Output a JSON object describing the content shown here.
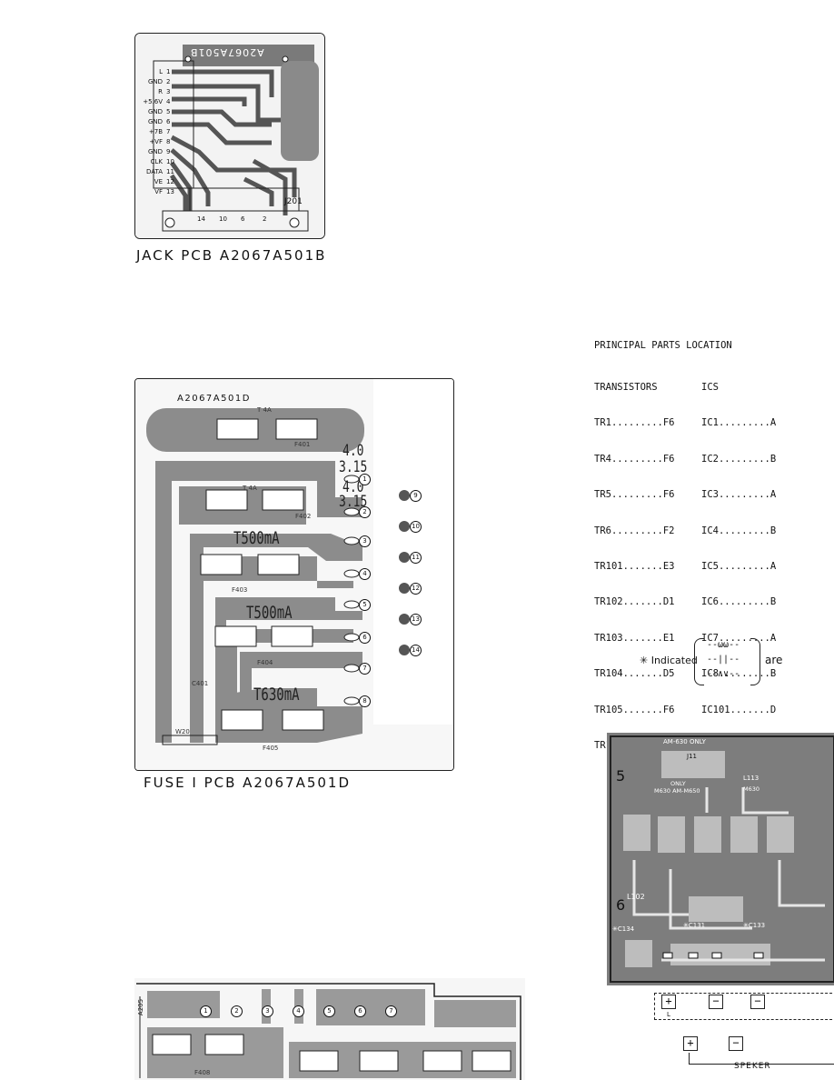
{
  "jack_pcb": {
    "caption": "JACK PCB A2067A501B",
    "board_text": "A2067A501B",
    "connector_label": "J201",
    "pin_labels": [
      "L",
      "GND",
      "R",
      "+5.6V",
      "GND",
      "GND",
      "+7B",
      "+VF",
      "GND",
      "CLK",
      "DATA",
      "VE",
      "VF"
    ],
    "pin_numbers_left": [
      "1",
      "2",
      "3",
      "4",
      "5",
      "6",
      "7",
      "8",
      "9",
      "10",
      "11",
      "12",
      "13"
    ],
    "bottom_numbers": [
      "14",
      "10",
      "6",
      "2"
    ]
  },
  "fuse1_pcb": {
    "caption": "FUSE I PCB A2067A501D",
    "board_text": "A2067A501D",
    "fuses": [
      {
        "rating": "T 4A",
        "ref": "F401"
      },
      {
        "rating": "T 4A",
        "ref": "F402"
      },
      {
        "rating": "T500mA",
        "ref": "F403"
      },
      {
        "rating": "T500mA",
        "ref": "F404"
      },
      {
        "rating": "T630mA",
        "ref": "F405"
      }
    ],
    "voltage_labels": [
      "4.0",
      "3.15",
      "4.0",
      "3.15"
    ],
    "output_numbers": [
      "1",
      "2",
      "3",
      "4",
      "5",
      "6",
      "7",
      "8"
    ],
    "side_numbers": [
      "9",
      "10",
      "11",
      "12",
      "13",
      "14"
    ],
    "capacitor_label": "C401",
    "connector_label": "W20"
  },
  "parts_location": {
    "title": "PRINCIPAL PARTS LOCATION",
    "transistors_header": "TRANSISTORS",
    "ics_header": "ICS",
    "transistors": [
      "TR1.........F6",
      "TR4.........F6",
      "TR5.........F6",
      "TR6.........F2",
      "TR101.......E3",
      "TR102.......D1",
      "TR103.......E1",
      "TR104.......D5",
      "TR105.......F6",
      "TR106.......F5"
    ],
    "ics": [
      "IC1.........A",
      "IC2.........B",
      "IC3.........A",
      "IC4.........B",
      "IC5.........A",
      "IC6.........B",
      "IC7.........A",
      "IC8.........B",
      "IC101.......D"
    ]
  },
  "legend": {
    "marker": "✳ Indicated",
    "suffix": "are",
    "symbols": [
      "--ωω--",
      "--||--",
      "--∧∨--"
    ]
  },
  "tuner_pcb": {
    "labels": [
      "AM-630 ONLY",
      "J11",
      "L113",
      "M630 AM-M650",
      "ONLY",
      "M630",
      "L102",
      "✳C134",
      "✳C133",
      "✳C131"
    ],
    "row_markers": [
      "5",
      "6"
    ],
    "terminal_signs": [
      "+",
      "−",
      "−",
      "+",
      "−"
    ],
    "terminal_caption": "L",
    "speaker_label": "SPEKER"
  },
  "fuse2_pcb": {
    "board_text": "A205",
    "output_numbers": [
      "1",
      "2",
      "3",
      "4",
      "5",
      "6",
      "7"
    ],
    "fuse_ref": "F408"
  }
}
